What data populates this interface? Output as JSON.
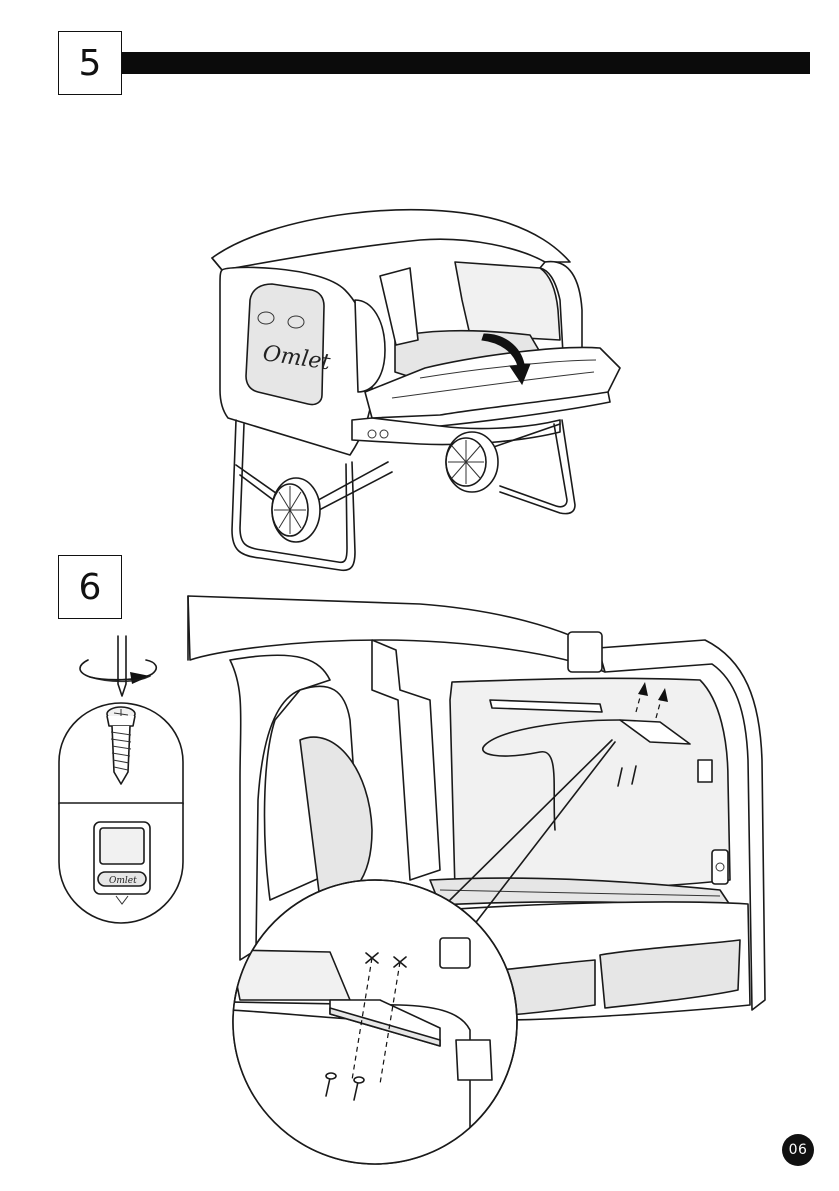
{
  "steps": [
    {
      "number": "5"
    },
    {
      "number": "6"
    }
  ],
  "logo_text": "Omlet",
  "page_number": "06",
  "colors": {
    "line": "#1a1a1a",
    "bar": "#0b0b0b",
    "panel": "#e6e6e6",
    "background": "#ffffff"
  },
  "icons": [
    "screwdriver-rotate-icon",
    "screw-icon",
    "nameplate-icon",
    "curved-arrow-icon",
    "up-arrows-icon"
  ]
}
